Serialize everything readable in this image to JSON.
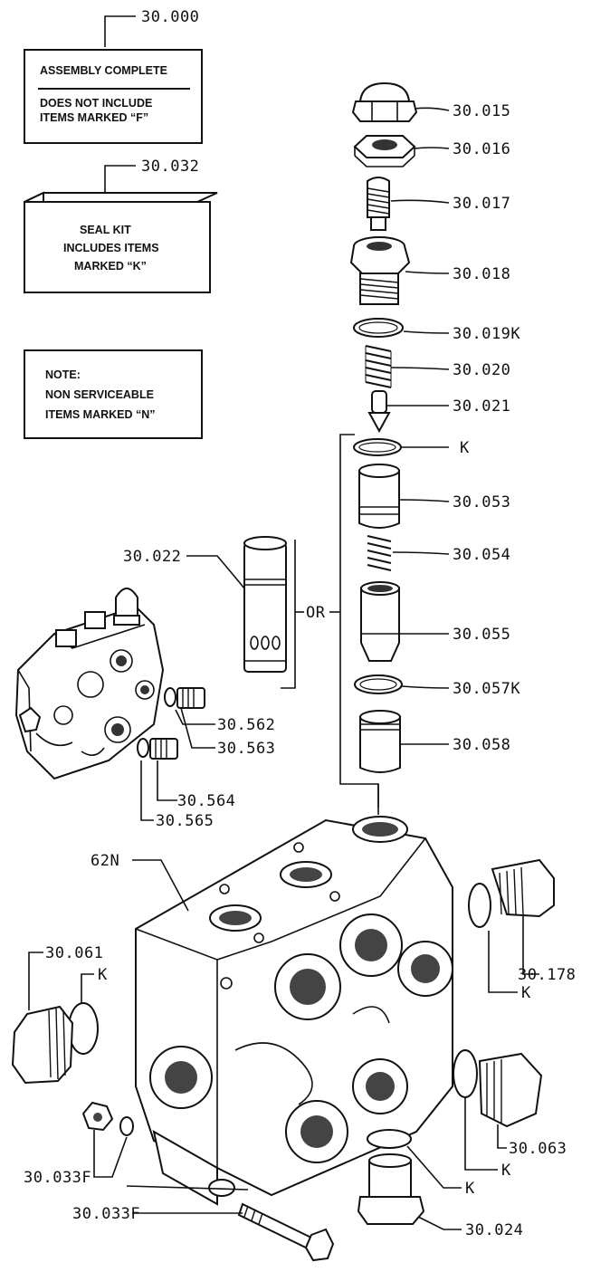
{
  "boxes": {
    "assembly": {
      "number": "30.000",
      "line1": "ASSEMBLY  COMPLETE",
      "line2": "DOES NOT INCLUDE",
      "line3": "ITEMS MARKED “F”"
    },
    "seal_kit": {
      "number": "30.032",
      "line1": "SEAL    KIT",
      "line2": "INCLUDES ITEMS",
      "line3": "MARKED  “K”"
    },
    "note": {
      "line1": "NOTE:",
      "line2": "NON SERVICEABLE",
      "line3": "ITEMS MARKED “N”"
    }
  },
  "labels": {
    "p015": "30.015",
    "p016": "30.016",
    "p017": "30.017",
    "p018": "30.018",
    "p019": "30.019K",
    "p020": "30.020",
    "p021": "30.021",
    "k_top": "K",
    "p053": "30.053",
    "p054": "30.054",
    "p022": "30.022",
    "or": "OR",
    "p055": "30.055",
    "p057": "30.057K",
    "p058": "30.058",
    "p562": "30.562",
    "p563": "30.563",
    "p564": "30.564",
    "p565": "30.565",
    "p62n": "62N",
    "p061": "30.061",
    "k_left": "K",
    "p178": "30.178",
    "k_right": "K",
    "p063": "30.063",
    "k_right2": "K",
    "k_bottom": "K",
    "p024": "30.024",
    "p033a": "30.033F",
    "p033b": "30.033F"
  }
}
